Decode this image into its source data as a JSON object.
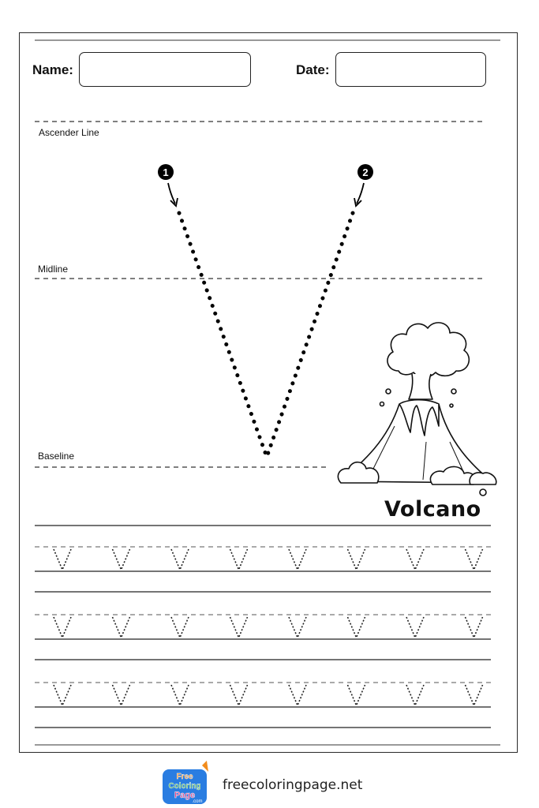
{
  "header": {
    "name_label": "Name:",
    "date_label": "Date:"
  },
  "guides": {
    "ascender": "Ascender Line",
    "midline": "Midline",
    "baseline": "Baseline"
  },
  "letter": {
    "stroke_1": "1",
    "stroke_2": "2",
    "practice_letter": "V"
  },
  "picture": {
    "caption": "Volcano",
    "icon": "volcano-icon"
  },
  "footer": {
    "site": "freecoloringpage.net",
    "logo_line1": "Free",
    "logo_line2": "Coloring",
    "logo_line3": "Page",
    "logo_line4": ".com"
  },
  "colors": {
    "ink": "#111111",
    "logo_orange": "#f28c1c",
    "logo_green": "#4caf50",
    "logo_blue": "#2a7de1",
    "logo_pink": "#e94b8a"
  }
}
